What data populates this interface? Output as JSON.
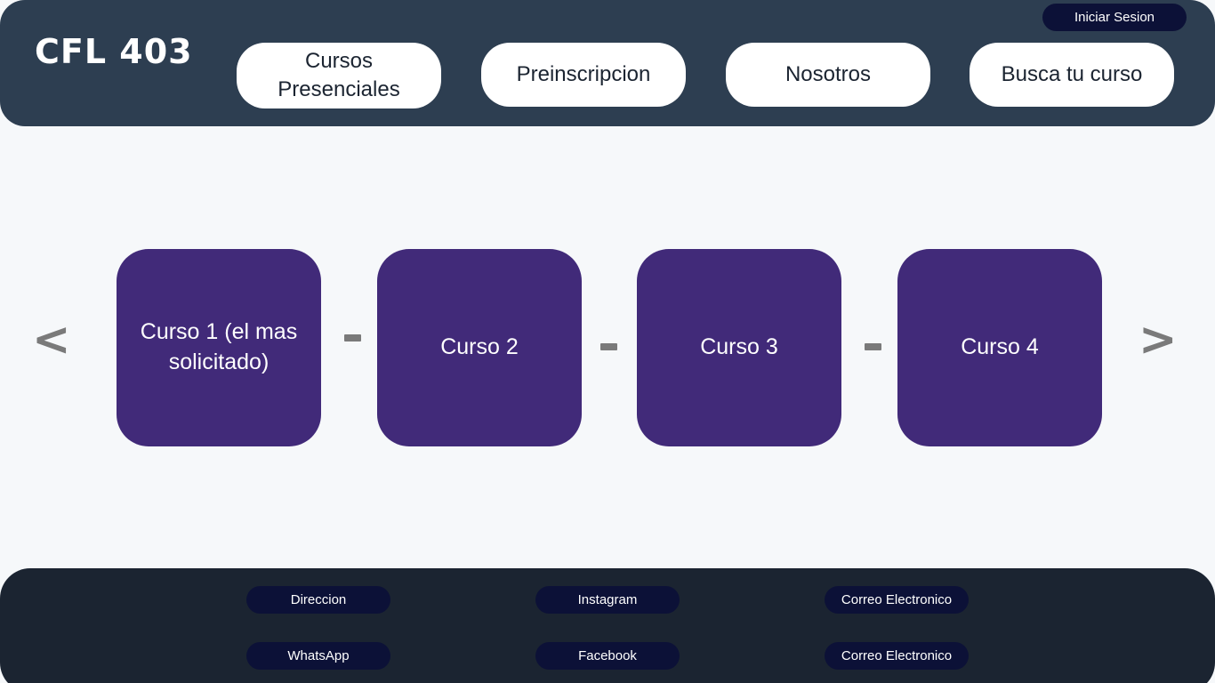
{
  "header": {
    "logo": "CFL 403",
    "login_label": "Iniciar Sesion",
    "nav": [
      {
        "label": "Cursos Presenciales"
      },
      {
        "label": "Preinscripcion"
      },
      {
        "label": "Nosotros"
      },
      {
        "label": "Busca tu curso"
      }
    ]
  },
  "carousel": {
    "prev_label": "<",
    "next_label": ">",
    "cards": [
      {
        "label": "Curso 1 (el mas solicitado)"
      },
      {
        "label": "Curso 2"
      },
      {
        "label": "Curso 3"
      },
      {
        "label": "Curso 4"
      }
    ]
  },
  "footer": {
    "links": [
      {
        "label": "Direccion"
      },
      {
        "label": "Instagram"
      },
      {
        "label": "Correo Electronico"
      },
      {
        "label": "WhatsApp"
      },
      {
        "label": "Facebook"
      },
      {
        "label": "Correo Electronico"
      }
    ]
  },
  "colors": {
    "header_bg": "#2d3e51",
    "footer_bg": "#1b2431",
    "card_bg": "#412a79",
    "pill_bg": "#0c1137",
    "page_bg": "#f6f8fa"
  }
}
